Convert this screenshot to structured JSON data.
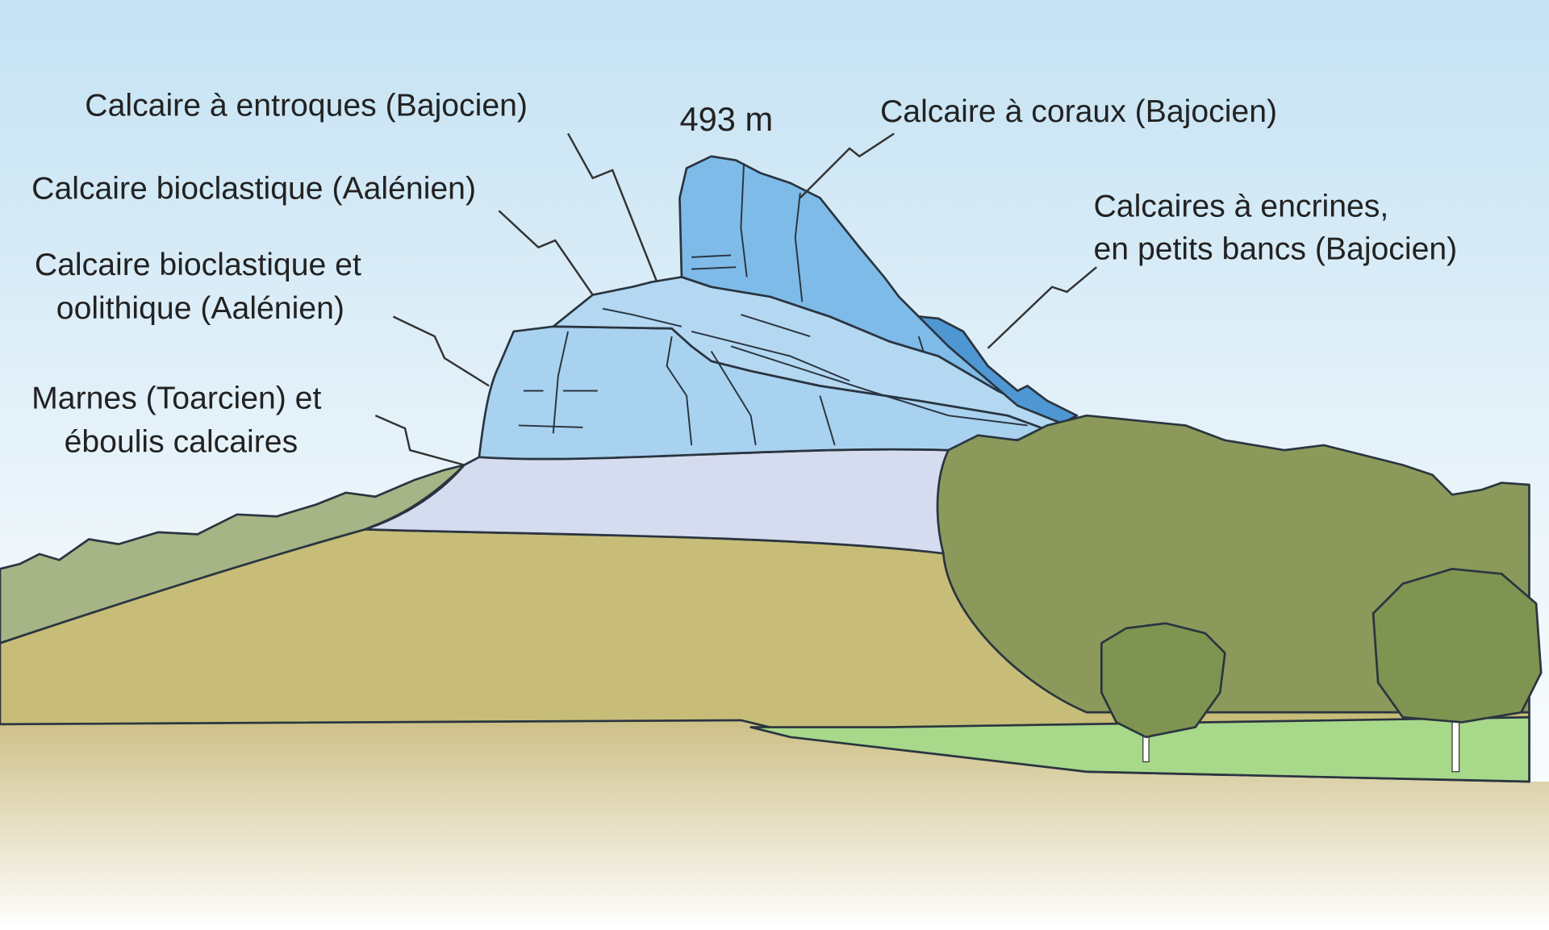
{
  "title": "Coupe géologique d'une butte calcaire",
  "altitude": "493 m",
  "labels": {
    "entroques": "Calcaire à entroques (Bajocien)",
    "bioclastique": "Calcaire bioclastique (Aalénien)",
    "oolithique_1": "Calcaire bioclastique et",
    "oolithique_2": "oolithique (Aalénien)",
    "marnes_1": "Marnes (Toarcien) et",
    "marnes_2": "éboulis calcaires",
    "coraux": "Calcaire à coraux (Bajocien)",
    "encrines_1": "Calcaires à encrines,",
    "encrines_2": "en petits bancs (Bajocien)"
  },
  "colors": {
    "sky_top": "#c4e2f3",
    "sky_bottom": "#ffffff",
    "limestone_light": "#a9d2f0",
    "limestone_mid": "#8ec3ea",
    "limestone_dark": "#5ea6dc",
    "marl": "#d6dcef",
    "field": "#c7bd78",
    "forest": "#8b9a5b",
    "slope": "#a7b486",
    "meadow": "#a8d88a"
  }
}
